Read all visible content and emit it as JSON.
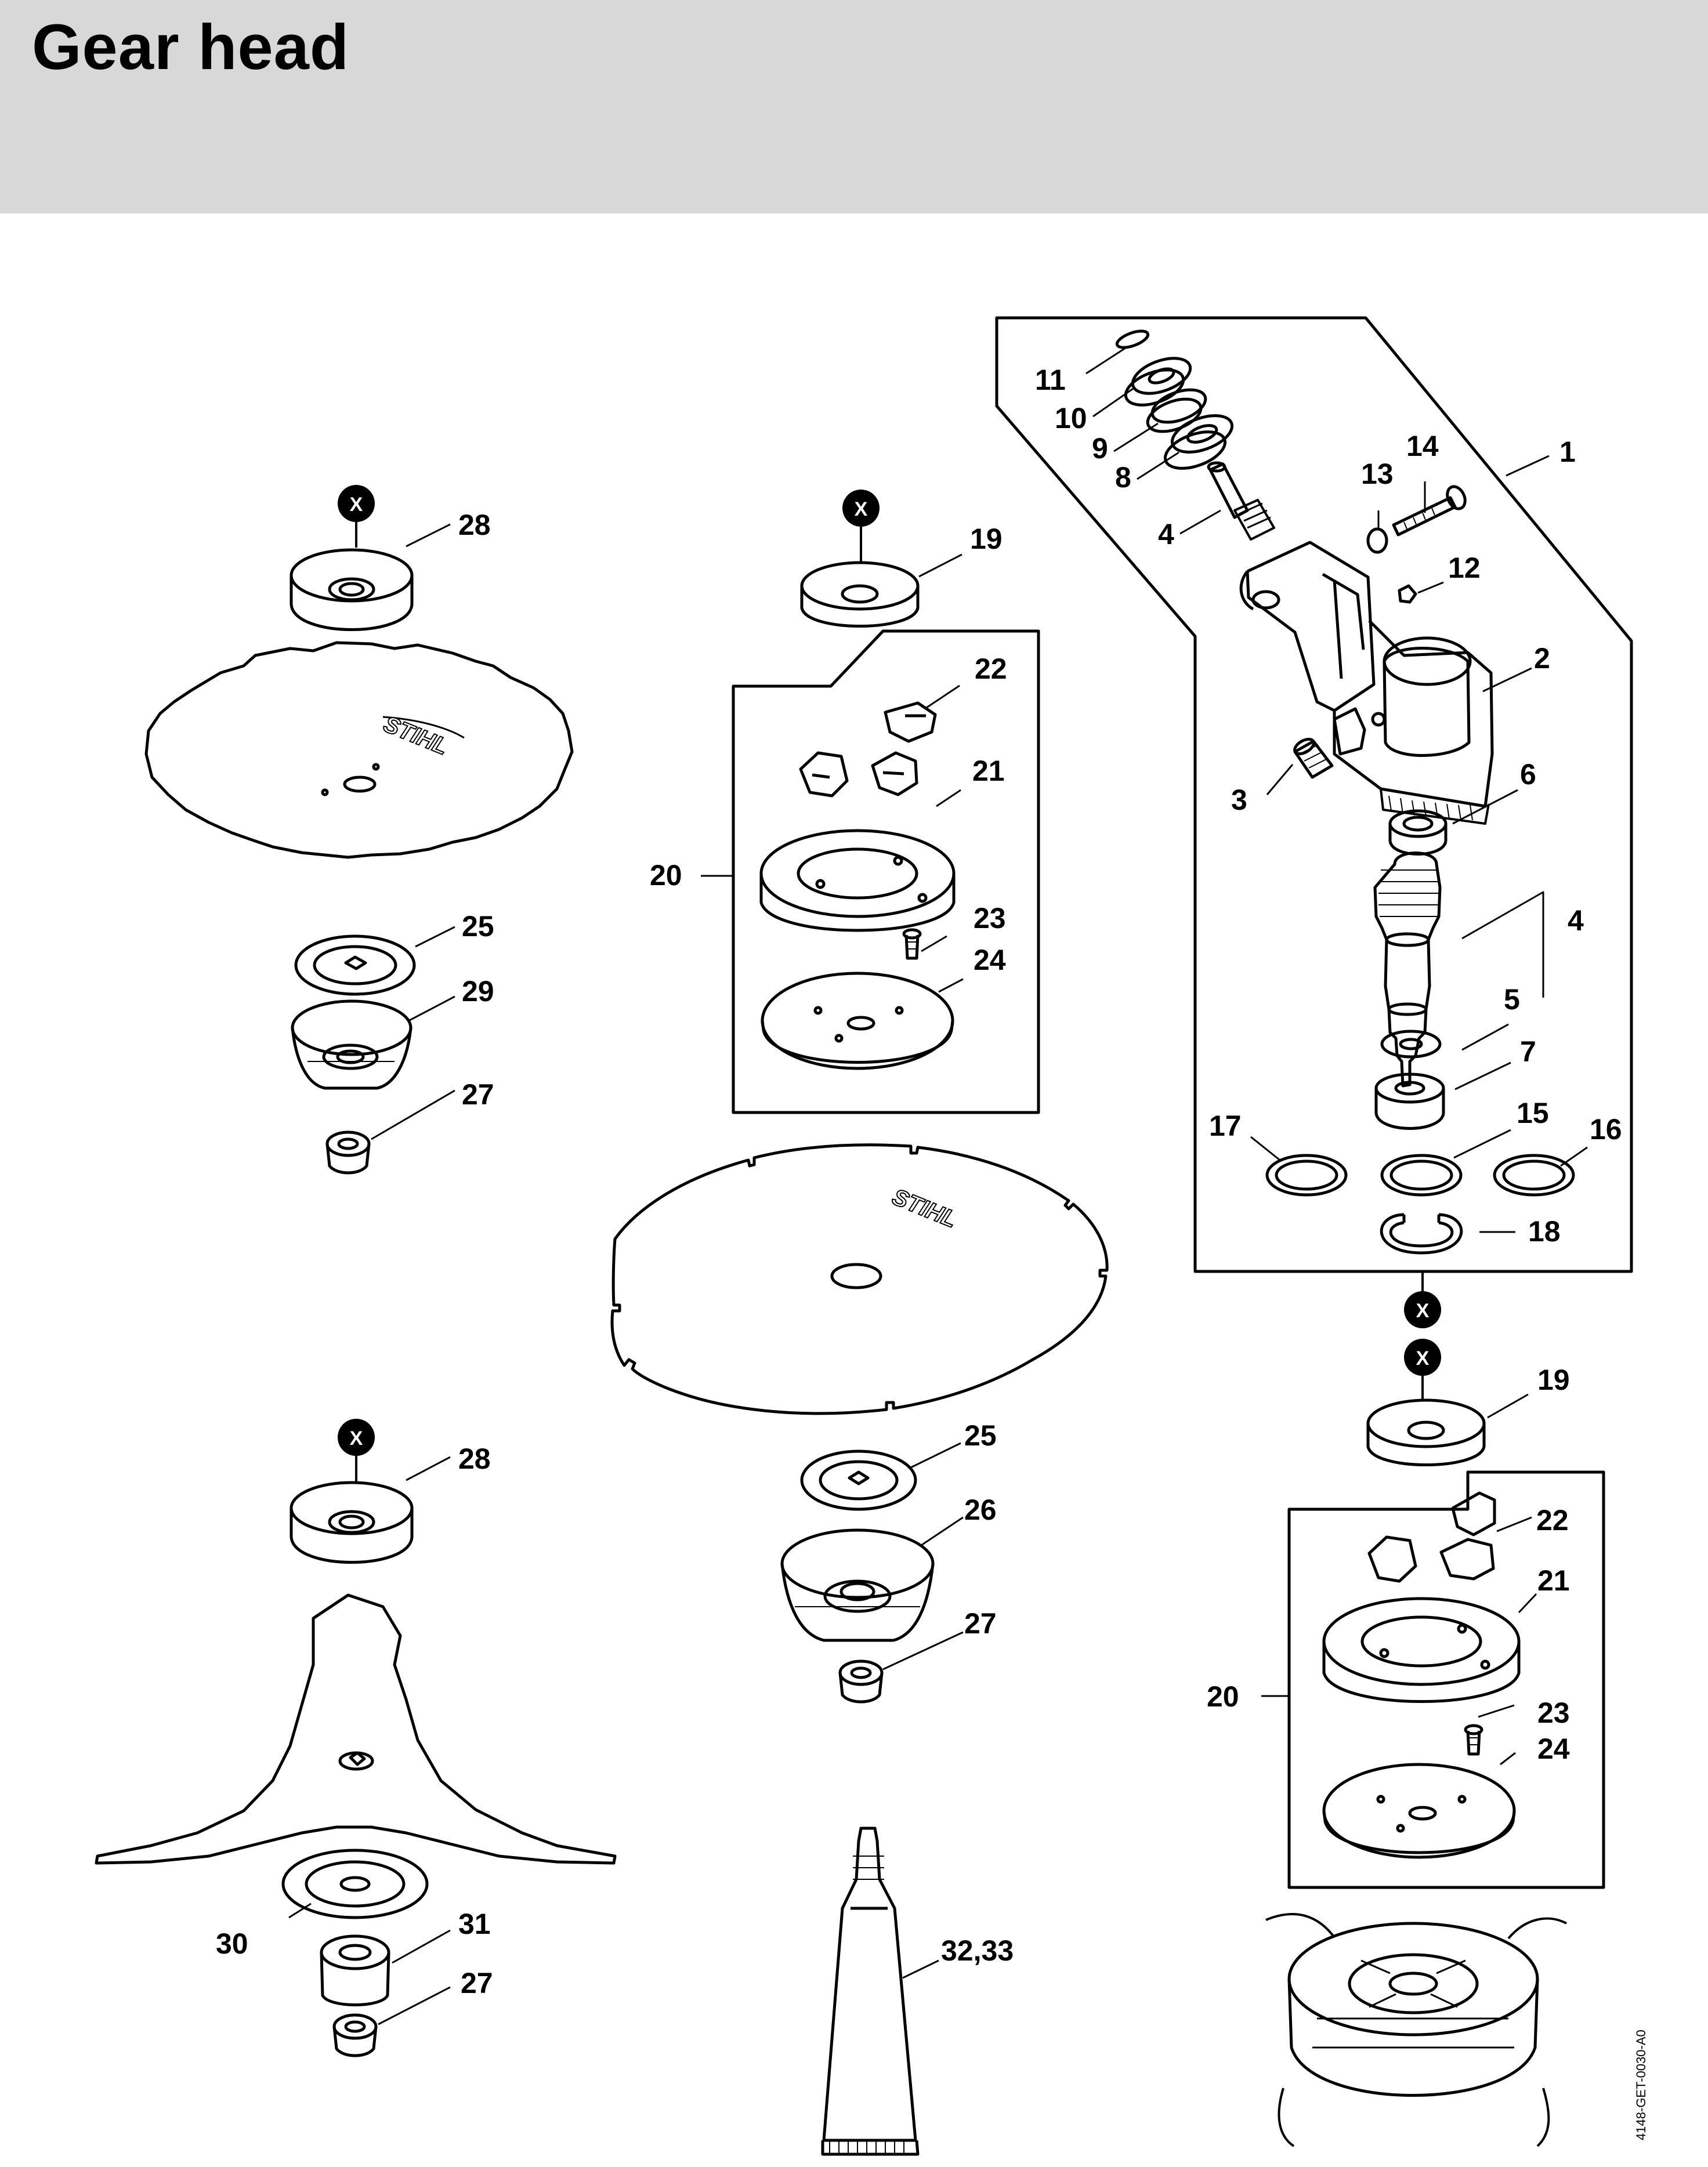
{
  "header": {
    "title": "Gear head"
  },
  "drawing_code": "4148-GET-0030-A0",
  "x_marker": "X",
  "blade_brand": "STIHL",
  "colors": {
    "header_bg": "#d8d8d8",
    "line": "#000000",
    "marker": "#000000"
  },
  "labels": {
    "l1": "1",
    "l2": "2",
    "l3": "3",
    "l4a": "4",
    "l4b": "4",
    "l5": "5",
    "l6": "6",
    "l7": "7",
    "l8": "8",
    "l9": "9",
    "l10": "10",
    "l11": "11",
    "l12": "12",
    "l13": "13",
    "l14": "14",
    "l15": "15",
    "l16": "16",
    "l17": "17",
    "l18": "18",
    "l19a": "19",
    "l19b": "19",
    "l20a": "20",
    "l20b": "20",
    "l21a": "21",
    "l21b": "21",
    "l22a": "22",
    "l22b": "22",
    "l23a": "23",
    "l23b": "23",
    "l24a": "24",
    "l24b": "24",
    "l25a": "25",
    "l25b": "25",
    "l26": "26",
    "l27a": "27",
    "l27b": "27",
    "l27c": "27",
    "l28a": "28",
    "l28b": "28",
    "l29": "29",
    "l30": "30",
    "l31": "31",
    "l32_33": "32,33"
  }
}
